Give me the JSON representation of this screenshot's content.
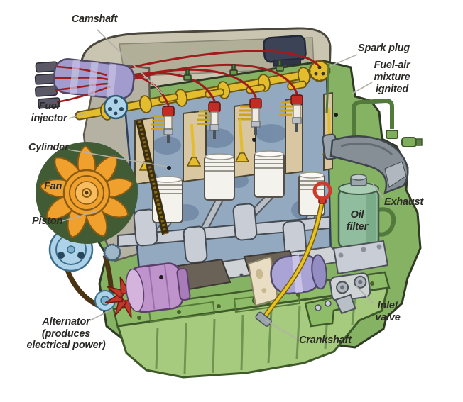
{
  "labels": {
    "camshaft": {
      "text": "Camshaft"
    },
    "spark_plug": {
      "text": "Spark plug"
    },
    "fuel_air": {
      "line1": "Fuel-air",
      "line2": "mixture",
      "line3": "ignited"
    },
    "fuel_injector": {
      "line1": "Fuel",
      "line2": "injector"
    },
    "cylinder": {
      "text": "Cylinder"
    },
    "fan": {
      "text": "Fan"
    },
    "piston": {
      "text": "Piston"
    },
    "exhaust": {
      "text": "Exhaust"
    },
    "oil_filter": {
      "line1": "Oil",
      "line2": "filter"
    },
    "inlet_valve": {
      "line1": "Inlet",
      "line2": "valve"
    },
    "alternator": {
      "line1": "Alternator",
      "line2": "(produces",
      "line3": "electrical power)"
    },
    "crankshaft": {
      "text": "Crankshaft"
    }
  },
  "colors": {
    "labelText": "#2b2a26",
    "leaderLine": "#b3b0aa",
    "engineGreen": "#85b263",
    "panGreen": "#a6ca7e",
    "rimGreen": "#8fbc68",
    "headBeige": "#c9c5b0",
    "interiorBlue": "#92a9bf",
    "camYellow": "#e3bd2e",
    "wireRed": "#9e1c1c",
    "fanOrange": "#f0a12d",
    "pulleyBlue": "#aed3e8",
    "alternatorPurple": "#bf93cc",
    "starterLavender": "#aaa4d6",
    "oilFilterGreen": "#90bd9d",
    "exhaustGrey": "#868e96",
    "dipstickYellow": "#e7c31f",
    "crankSilver": "#c9ced6",
    "loomLavender": "#a29bce",
    "outline": "#2f3a25"
  }
}
